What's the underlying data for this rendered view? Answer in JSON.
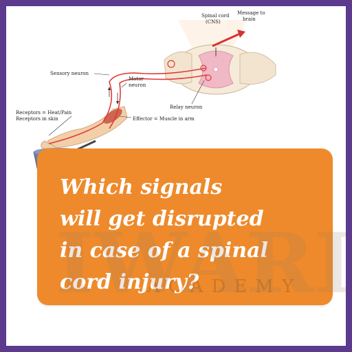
{
  "diagram": {
    "labels": {
      "spinal_cord": "Spinal cord",
      "cns": "(CNS)",
      "message_to": "Message to",
      "brain": "brain",
      "sensory_neuron": "Sensory neuron",
      "motor_neuron_1": "Motor",
      "motor_neuron_2": "neuron",
      "receptors_1": "Receptors = Heat/Pain",
      "receptors_2": "Receptors in skin",
      "relay_neuron": "Relay neuron",
      "effector": "Effector = Muscle in arm"
    },
    "colors": {
      "neuron": "#e03a3a",
      "spinal_cord": "#f3e4d0",
      "gray_matter": "#f1b8c6",
      "arm": "#f3cfa9"
    }
  },
  "watermark": {
    "letters": "IWARI",
    "academy": "ACADEMY"
  },
  "question": {
    "lines": [
      "Which signals",
      "will get disrupted",
      "in case of a spinal",
      "cord injury?"
    ]
  },
  "colors": {
    "border": "#5c3a8e",
    "card": "#ee8a2b",
    "question_text": "#ffffff"
  }
}
